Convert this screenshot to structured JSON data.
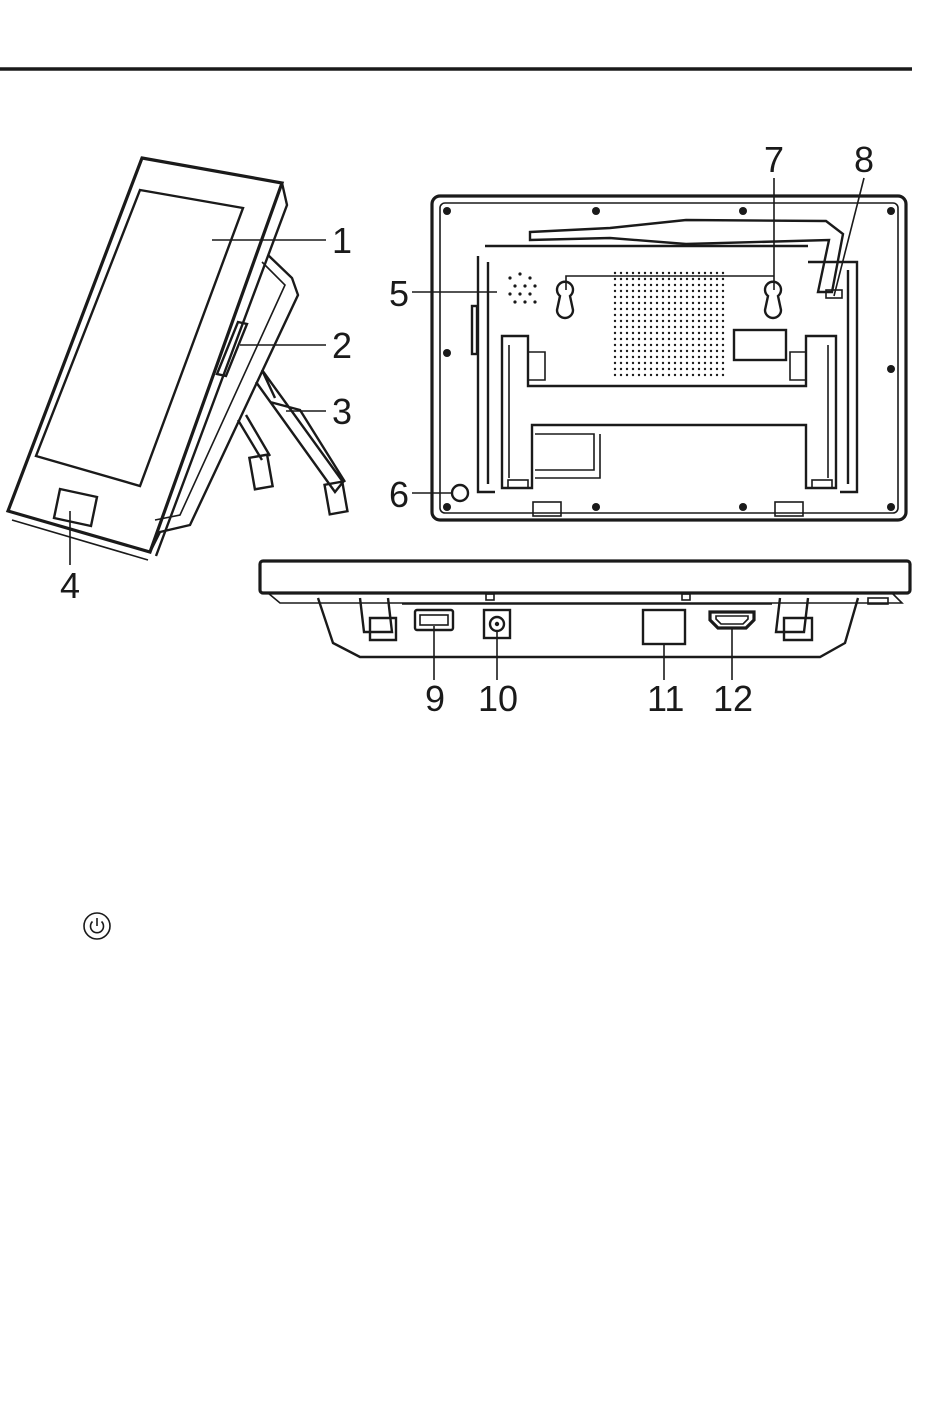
{
  "callouts": {
    "c1": "1",
    "c2": "2",
    "c3": "3",
    "c4": "4",
    "c5": "5",
    "c6": "6",
    "c7": "7",
    "c8": "8",
    "c9": "9",
    "c10": "10",
    "c11": "11",
    "c12": "12"
  },
  "icons": {
    "power_symbol": "power-icon"
  },
  "colors": {
    "line": "#1a1a1a",
    "background": "#ffffff"
  }
}
